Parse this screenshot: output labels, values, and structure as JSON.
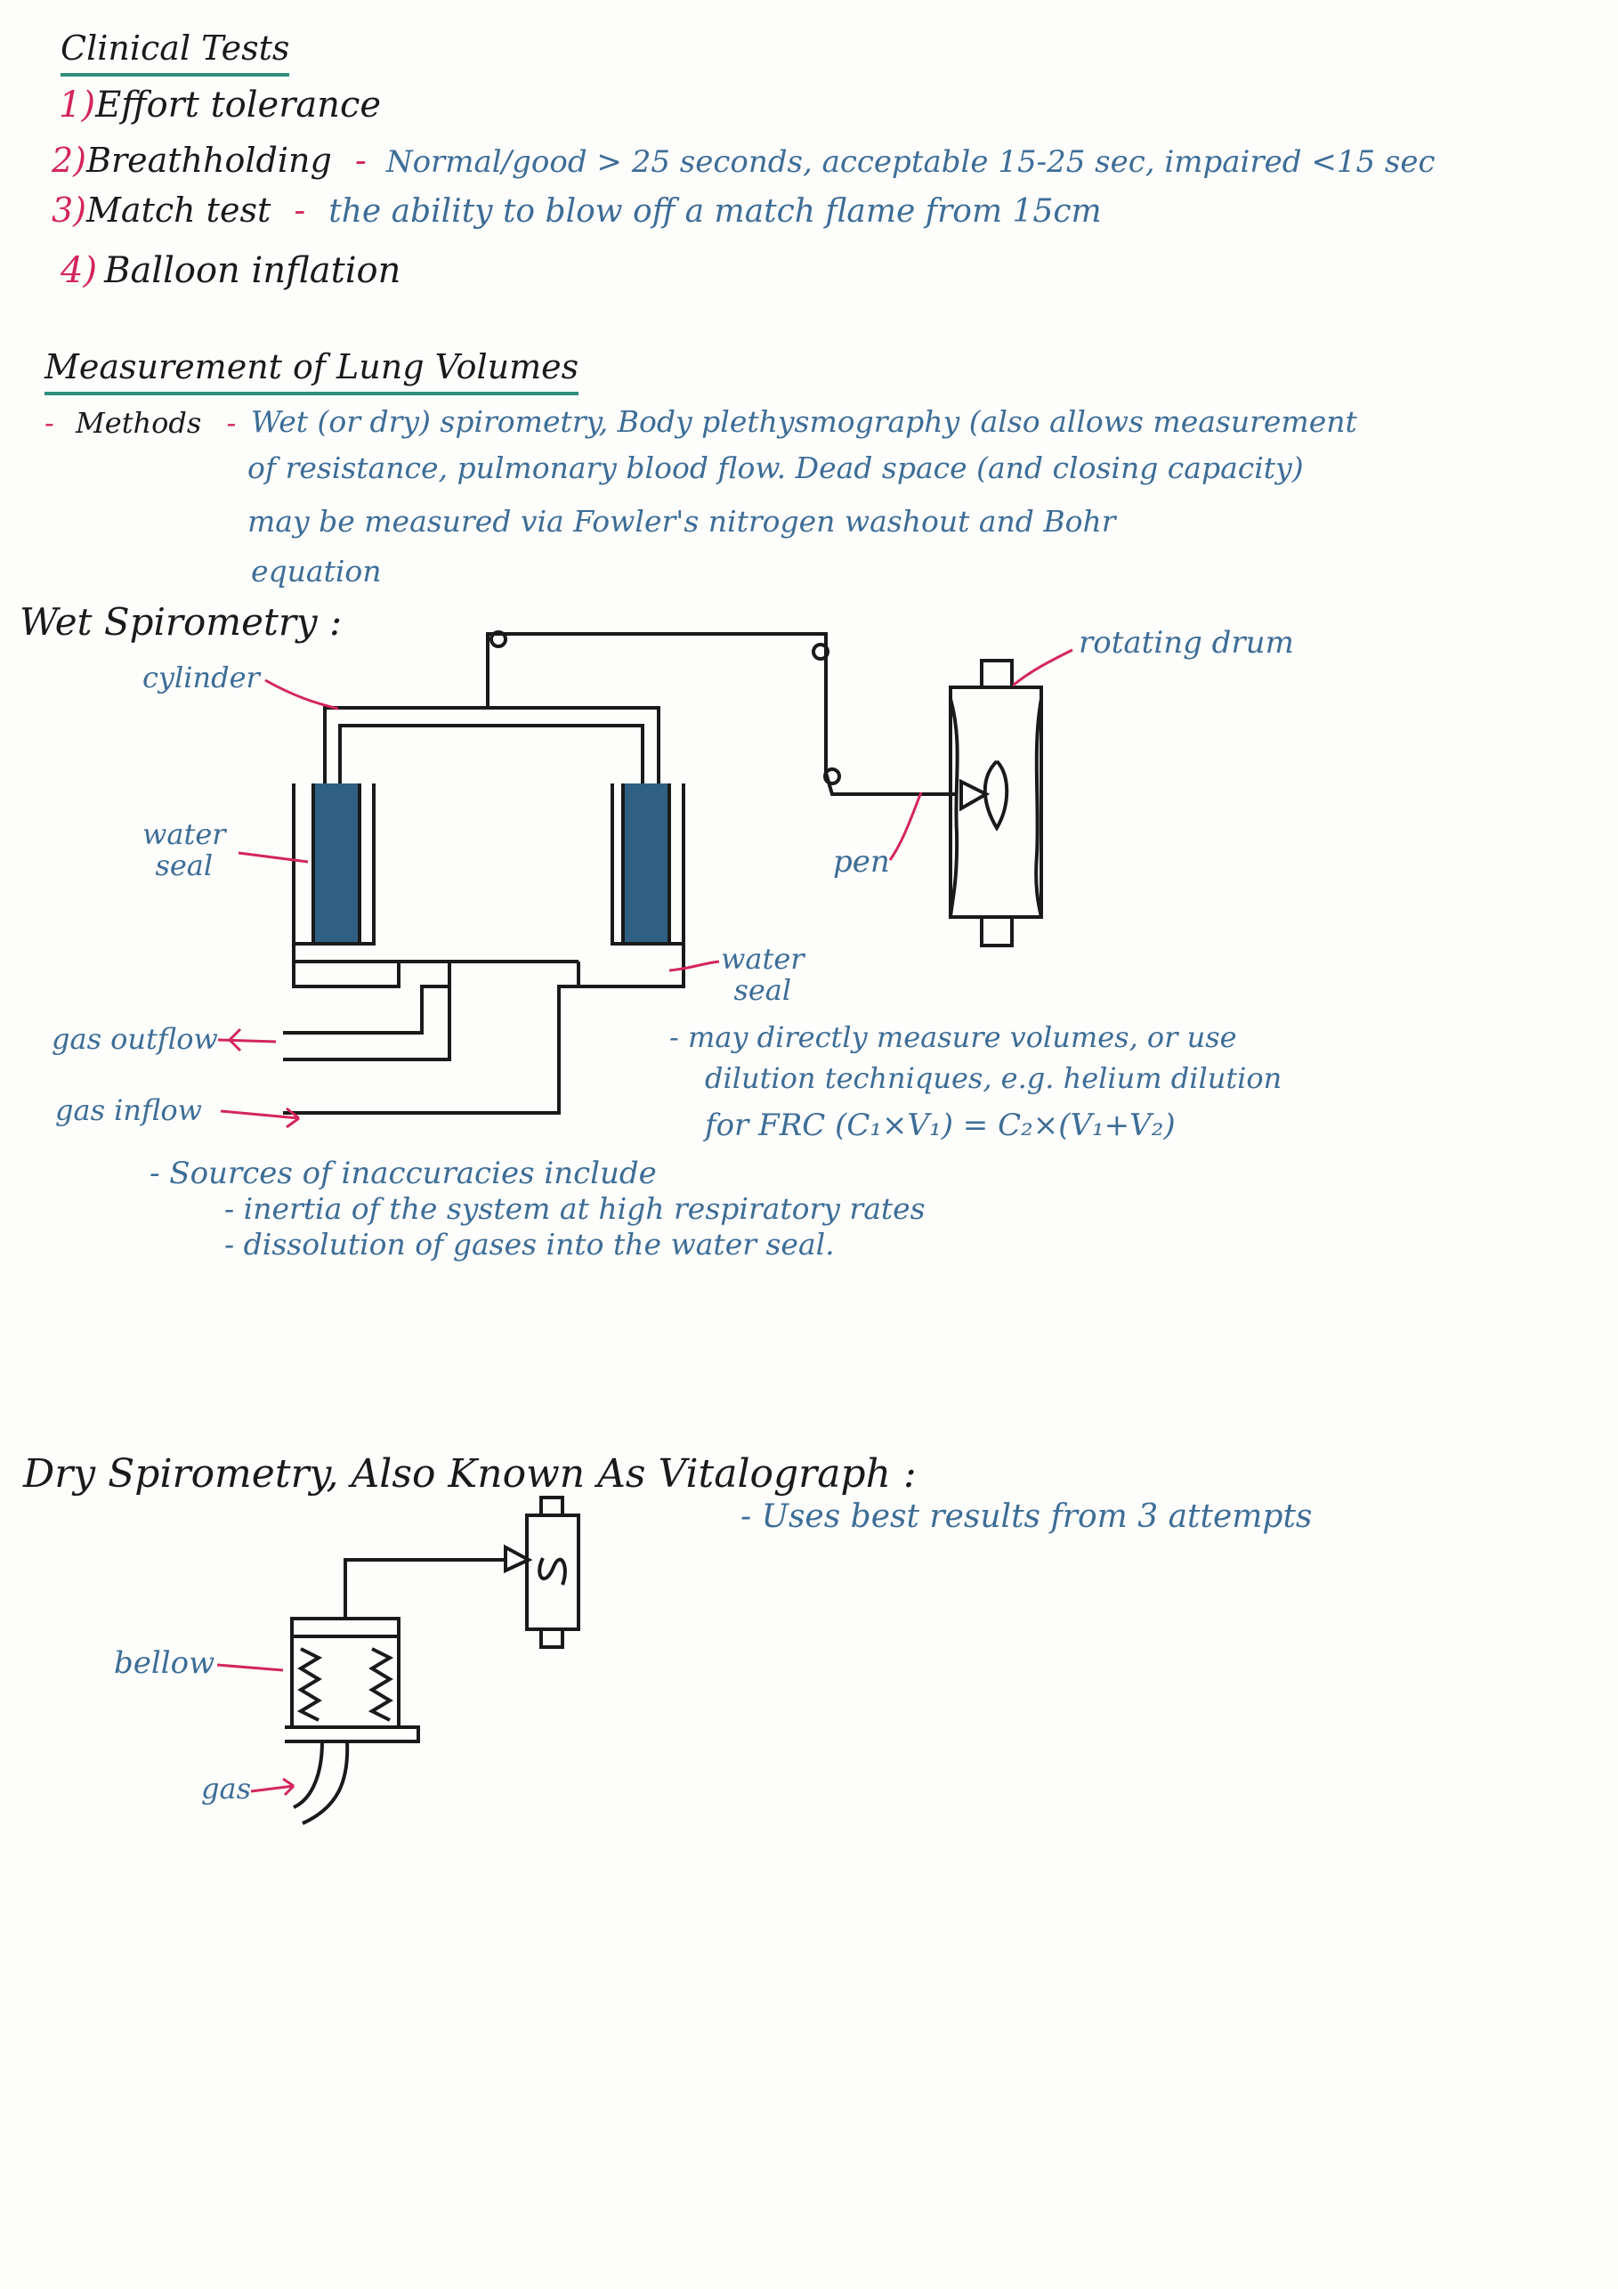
{
  "colors": {
    "ink_black": "#1a1a1a",
    "ink_blue": "#3d6d96",
    "ink_red": "#d3265a",
    "ink_green": "#2f8f7a",
    "water": "#2f5f82"
  },
  "clinical": {
    "heading": "Clinical Tests",
    "items": [
      {
        "num": "1)",
        "label": "Effort tolerance",
        "note": ""
      },
      {
        "num": "2)",
        "label": "Breathholding",
        "dash": "-",
        "note": "Normal/good > 25 seconds, acceptable 15-25 sec, impaired <15 sec"
      },
      {
        "num": "3)",
        "label": "Match test",
        "dash": "-",
        "note": "the ability to blow off a match flame from 15cm"
      },
      {
        "num": "4)",
        "label": "Balloon inflation",
        "note": ""
      }
    ]
  },
  "lung": {
    "heading": "Measurement of Lung Volumes",
    "methods_dash": "-",
    "methods_label": "Methods",
    "methods_sep": "-",
    "methods_lines": [
      "Wet (or dry) spirometry, Body plethysmography (also allows measurement",
      "of resistance, pulmonary blood flow. Dead space (and closing capacity)",
      "may be measured via Fowler's nitrogen washout and Bohr",
      "equation"
    ]
  },
  "wet": {
    "heading": "Wet Spirometry :",
    "labels": {
      "cylinder": "cylinder",
      "water_seal_left_1": "water",
      "water_seal_left_2": "seal",
      "water_seal_right_1": "water",
      "water_seal_right_2": "seal",
      "pen": "pen",
      "rotating_drum": "rotating drum",
      "gas_outflow": "gas outflow",
      "gas_inflow": "gas inflow"
    },
    "note_lines": [
      "- may directly measure volumes, or use",
      "dilution techniques, e.g. helium dilution",
      "for FRC  (C₁×V₁) = C₂×(V₁+V₂)"
    ],
    "inaccuracies": {
      "heading": "- Sources of inaccuracies include",
      "items": [
        "- inertia of the system at high respiratory rates",
        "- dissolution of gases into the water seal."
      ]
    }
  },
  "dry": {
    "heading": "Dry Spirometry, Also Known As Vitalograph :",
    "note": "- Uses best results from 3 attempts",
    "labels": {
      "bellow": "bellow",
      "gas": "gas"
    }
  }
}
